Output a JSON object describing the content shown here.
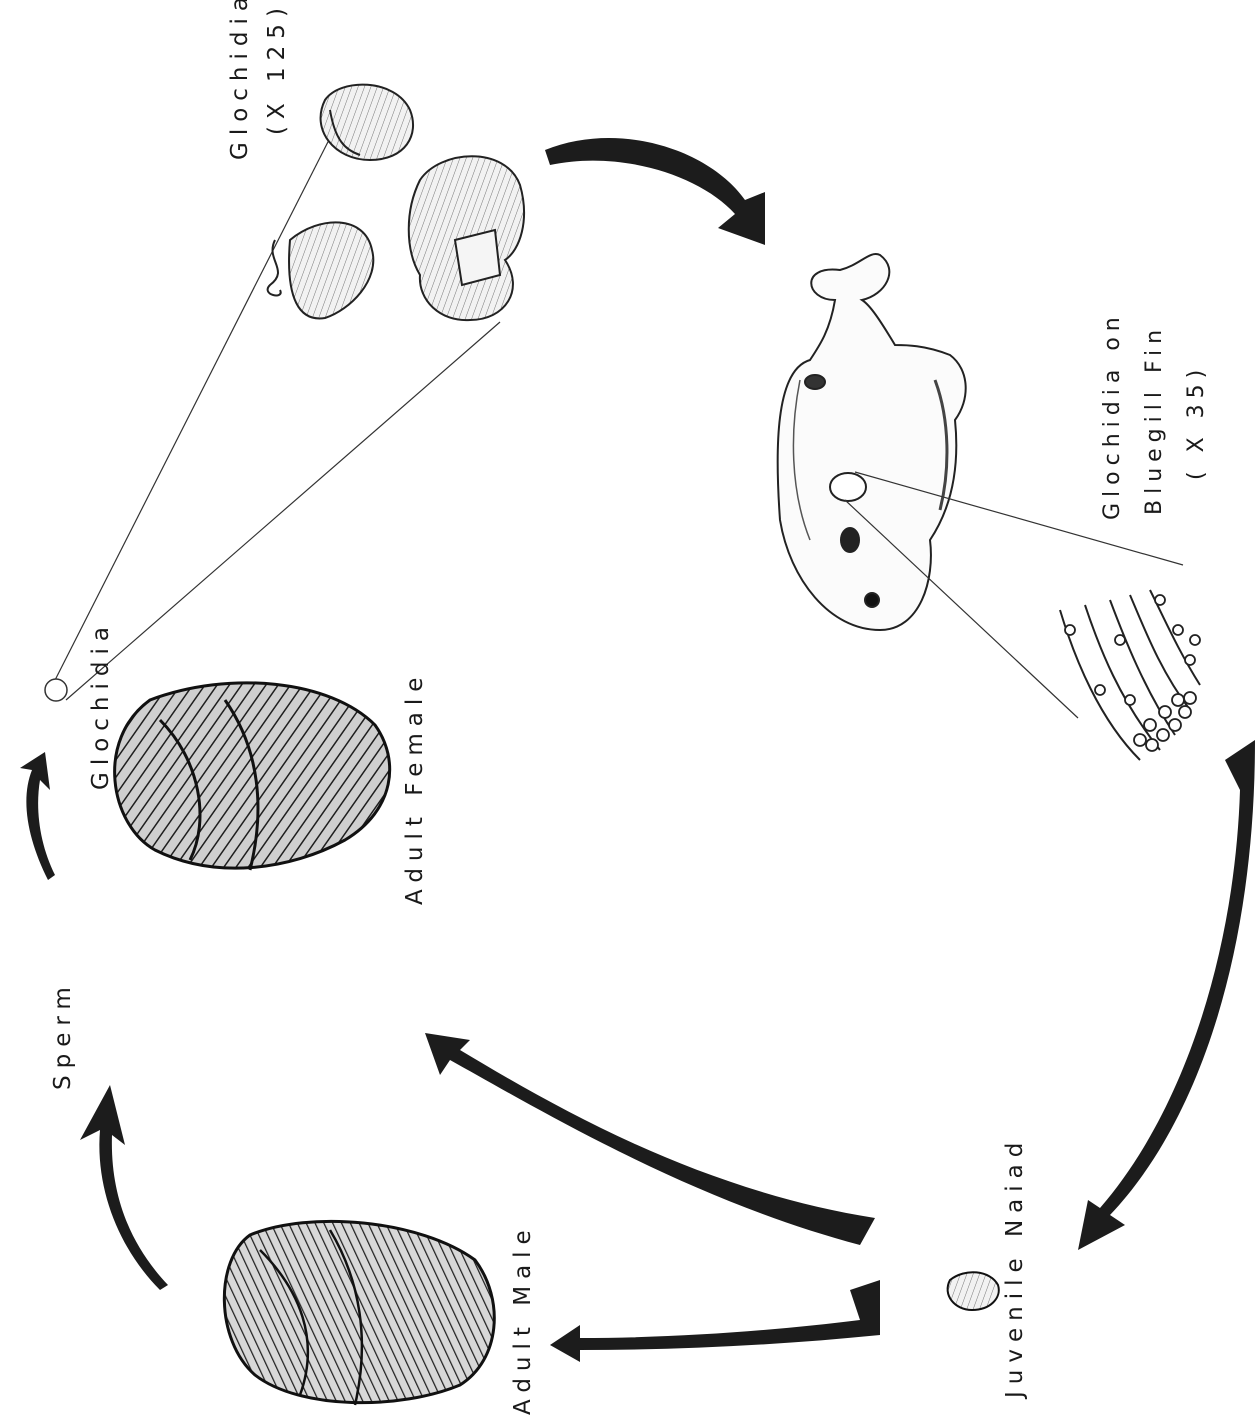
{
  "labels": {
    "glochidia_magnified": "Glochidia",
    "magnification_125": "(X 125)",
    "glochidia_on": "Glochidia on",
    "bluegill_fin": "Bluegill Fin",
    "magnification_35": "( X 35)",
    "glochidia_released": "Glochidia",
    "adult_female": "Adult Female",
    "sperm": "Sperm",
    "adult_male": "Adult Male",
    "juvenile_naiad": "Juvenile Naiad"
  },
  "colors": {
    "ink": "#1a1a1a",
    "shell_dark": "#2a2a2a",
    "paper": "#ffffff"
  }
}
